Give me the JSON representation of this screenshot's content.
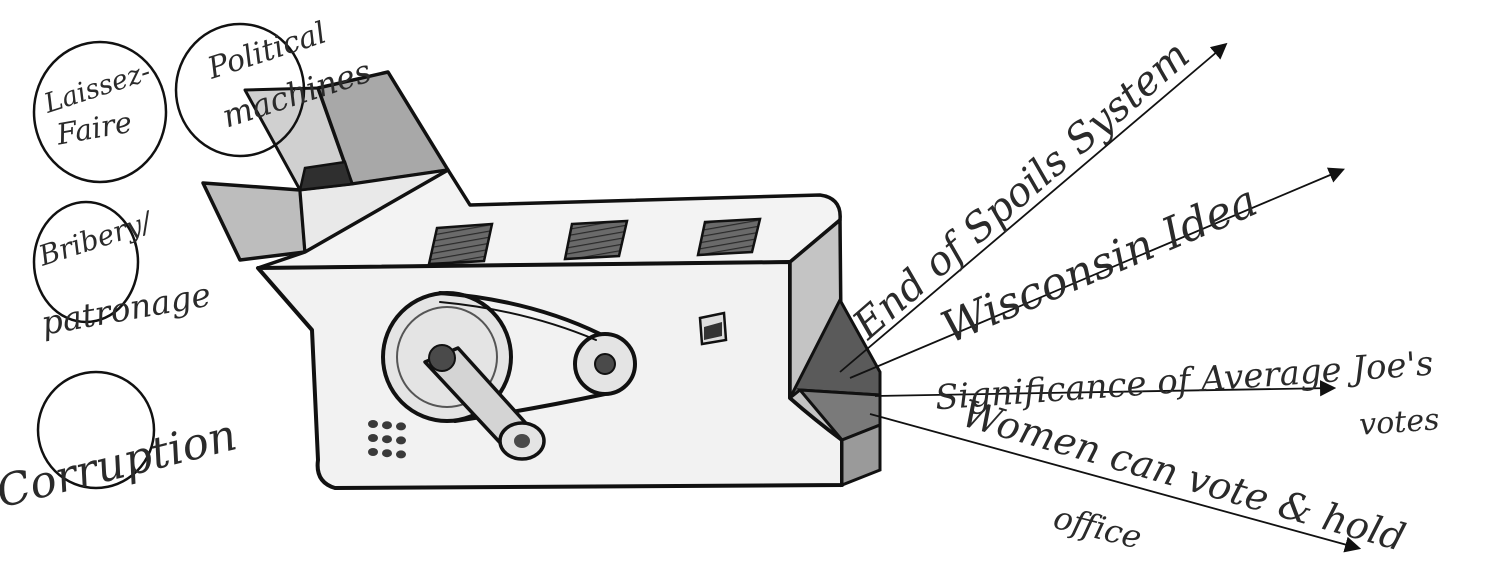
{
  "inputs": [
    {
      "text": "Laissez-Faire",
      "lines": [
        "Laissez-",
        "Faire"
      ],
      "circled": true
    },
    {
      "text": "Political machines",
      "lines": [
        "Political",
        "machines"
      ],
      "circled": true
    },
    {
      "text": "Bribery/patronage",
      "lines": [
        "Bribery/",
        "patronage"
      ],
      "circled": true
    },
    {
      "text": "Corruption",
      "lines": [
        "Corruption"
      ],
      "circled": true
    }
  ],
  "outputs": [
    {
      "lines": [
        "End of Spoils System"
      ]
    },
    {
      "lines": [
        "Wisconsin Idea"
      ]
    },
    {
      "lines": [
        "Significance of Average Joe's",
        "votes"
      ]
    },
    {
      "lines": [
        "Women can vote & hold",
        "office"
      ]
    }
  ],
  "colors": {
    "ink": "#111111",
    "body": "#f2f2f2",
    "shade": "#bdbdbd",
    "dark": "#4a4a4a",
    "vent": "#555555"
  }
}
